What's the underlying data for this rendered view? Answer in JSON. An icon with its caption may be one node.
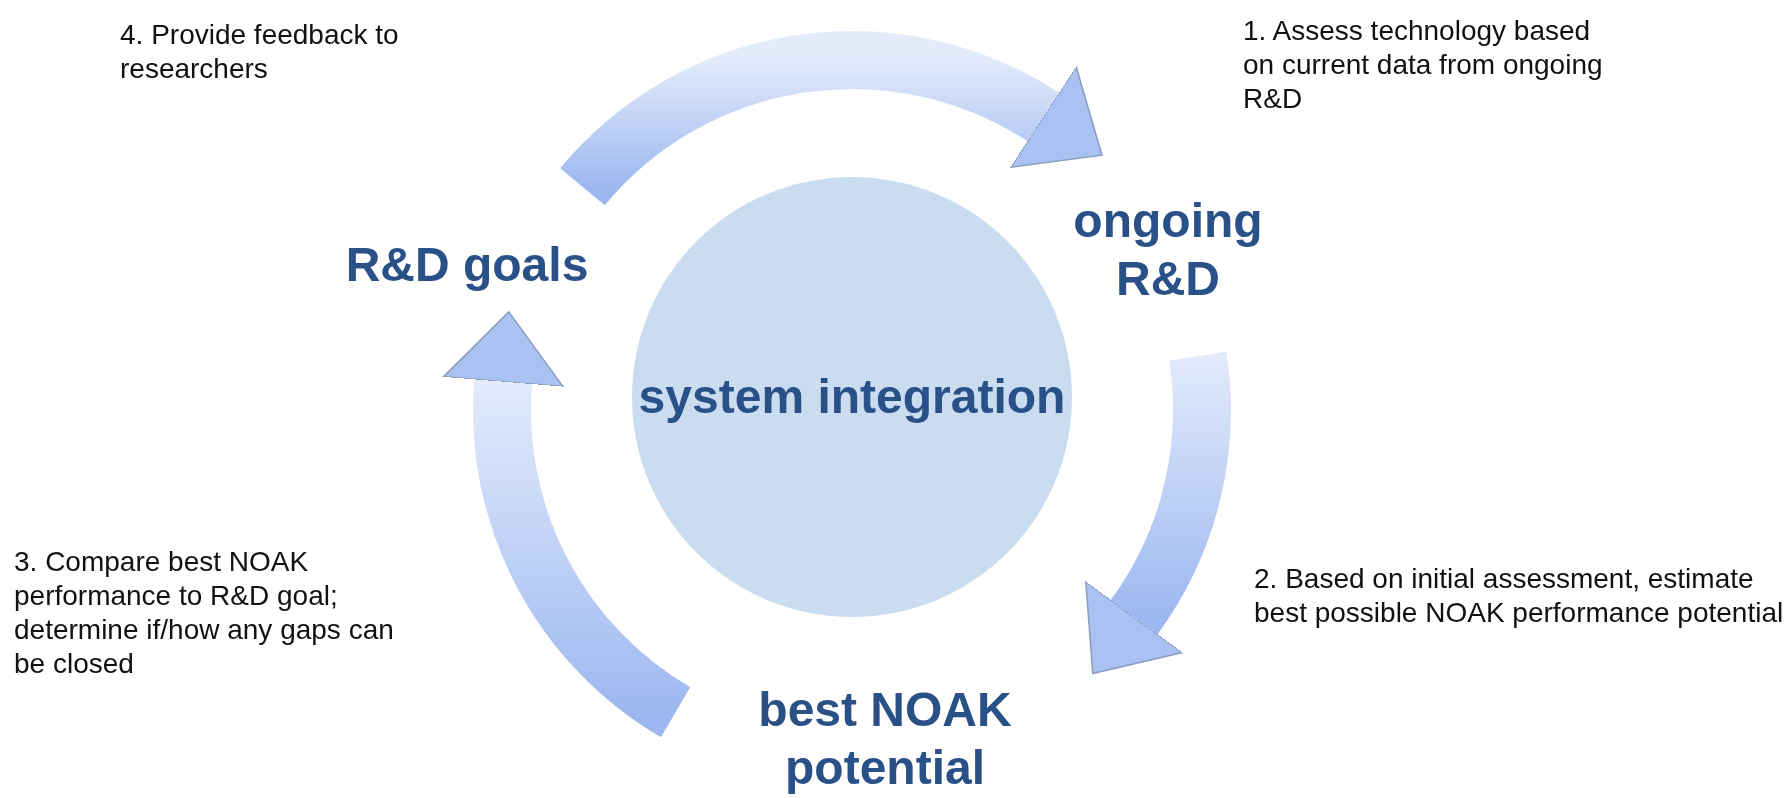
{
  "diagram": {
    "nodes": [
      {
        "text": [
          "R&D goals"
        ]
      },
      {
        "text": [
          "ongoing R&D"
        ]
      },
      {
        "text": [
          "system integration"
        ]
      },
      {
        "text": [
          "best NOAK potential"
        ]
      }
    ],
    "edges": [
      {
        "from": 0,
        "to": 1,
        "arrow": "to",
        "style": "thick"
      },
      {
        "from": 1,
        "to": 3,
        "arrow": "to",
        "style": "thick"
      },
      {
        "from": 3,
        "to": 0,
        "arrow": "to",
        "style": "thick"
      }
    ],
    "labels": [
      "4.  Provide feedback to researchers",
      "1.  Assess technology based on current data from ongoing R&D",
      "3.  Compare best NOAK performance to R&D goal; determine if/how any gaps can be closed",
      "2. Based on initial assessment, estimate best possible NOAK performance potential"
    ]
  }
}
